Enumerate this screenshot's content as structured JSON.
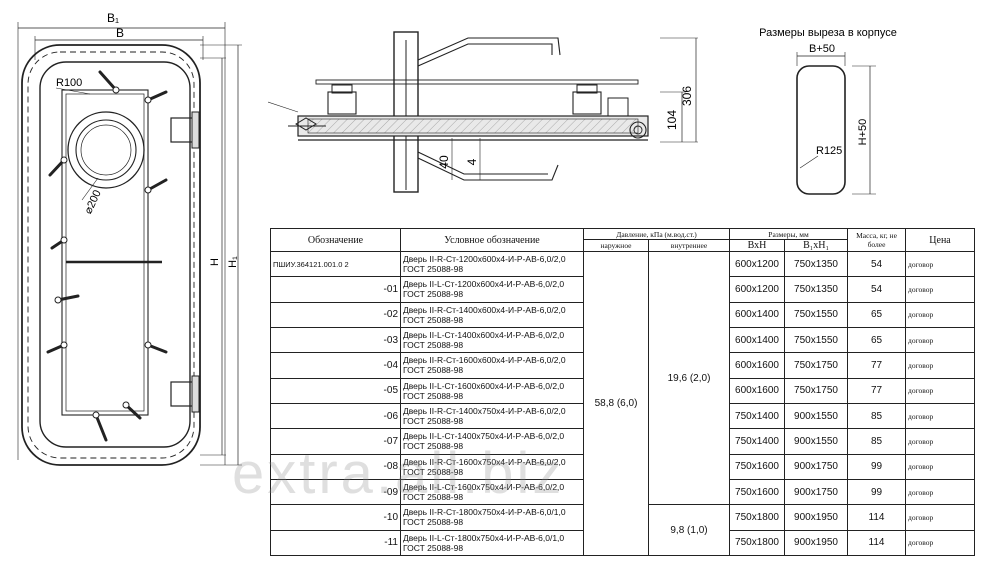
{
  "labels": {
    "b1": "B₁",
    "b": "B",
    "r100": "R100",
    "d200": "⌀200",
    "h": "H",
    "h1": "H₁",
    "dim104": "104",
    "dim306": "306",
    "dim40": "40",
    "dim4": "4",
    "cutout_title": "Размеры выреза в корпусе",
    "cut_b": "B+50",
    "cut_h": "H+50",
    "cut_r": "R125"
  },
  "watermark": "extra.all.biz",
  "table": {
    "headers": {
      "designation": "Обозначение",
      "conditional": "Условное обозначение",
      "pressure": "Давление, кПа (м.вод.ст.)",
      "outer": "наружное",
      "inner": "внутреннее",
      "dimensions": "Размеры, мм",
      "bh": "ВхН",
      "b1h1": "В₁хН₁",
      "mass": "Масса, кг, не более",
      "price": "Цена"
    },
    "outer_pressure": "58,8 (6,0)",
    "inner_pressure_1": "19,6 (2,0)",
    "inner_pressure_2": "9,8 (1,0)",
    "rows": [
      {
        "code": "ПШИУ.364121.001.0 2",
        "desc": "Дверь II-R-Ст-1200х600х4-И-Р-АВ-6,0/2,0 ГОСТ 25088-98",
        "bh": "600х1200",
        "b1h1": "750х1350",
        "mass": "54",
        "price": "договор"
      },
      {
        "code": "-01",
        "desc": "Дверь II-L-Ст-1200х600х4-И-Р-АВ-6,0/2,0 ГОСТ 25088-98",
        "bh": "600х1200",
        "b1h1": "750х1350",
        "mass": "54",
        "price": "договор"
      },
      {
        "code": "-02",
        "desc": "Дверь II-R-Ст-1400х600х4-И-Р-АВ-6,0/2,0 ГОСТ 25088-98",
        "bh": "600х1400",
        "b1h1": "750х1550",
        "mass": "65",
        "price": "договор"
      },
      {
        "code": "-03",
        "desc": "Дверь II-L-Ст-1400х600х4-И-Р-АВ-6,0/2,0 ГОСТ 25088-98",
        "bh": "600х1400",
        "b1h1": "750х1550",
        "mass": "65",
        "price": "договор"
      },
      {
        "code": "-04",
        "desc": "Дверь II-R-Ст-1600х600х4-И-Р-АВ-6,0/2,0 ГОСТ 25088-98",
        "bh": "600х1600",
        "b1h1": "750х1750",
        "mass": "77",
        "price": "договор"
      },
      {
        "code": "-05",
        "desc": "Дверь II-L-Ст-1600х600х4-И-Р-АВ-6,0/2,0 ГОСТ 25088-98",
        "bh": "600х1600",
        "b1h1": "750х1750",
        "mass": "77",
        "price": "договор"
      },
      {
        "code": "-06",
        "desc": "Дверь II-R-Ст-1400х750х4-И-Р-АВ-6,0/2,0 ГОСТ 25088-98",
        "bh": "750х1400",
        "b1h1": "900х1550",
        "mass": "85",
        "price": "договор"
      },
      {
        "code": "-07",
        "desc": "Дверь II-L-Ст-1400х750х4-И-Р-АВ-6,0/2,0 ГОСТ 25088-98",
        "bh": "750х1400",
        "b1h1": "900х1550",
        "mass": "85",
        "price": "договор"
      },
      {
        "code": "-08",
        "desc": "Дверь II-R-Ст-1600х750х4-И-Р-АВ-6,0/2,0 ГОСТ 25088-98",
        "bh": "750х1600",
        "b1h1": "900х1750",
        "mass": "99",
        "price": "договор"
      },
      {
        "code": "-09",
        "desc": "Дверь II-L-Ст-1600х750х4-И-Р-АВ-6,0/2,0 ГОСТ 25088-98",
        "bh": "750х1600",
        "b1h1": "900х1750",
        "mass": "99",
        "price": "договор"
      },
      {
        "code": "-10",
        "desc": "Дверь II-R-Ст-1800х750х4-И-Р-АВ-6,0/1,0 ГОСТ 25088-98",
        "bh": "750х1800",
        "b1h1": "900х1950",
        "mass": "114",
        "price": "договор"
      },
      {
        "code": "-11",
        "desc": "Дверь II-L-Ст-1800х750х4-И-Р-АВ-6,0/1,0 ГОСТ 25088-98",
        "bh": "750х1800",
        "b1h1": "900х1950",
        "mass": "114",
        "price": "договор"
      }
    ]
  }
}
